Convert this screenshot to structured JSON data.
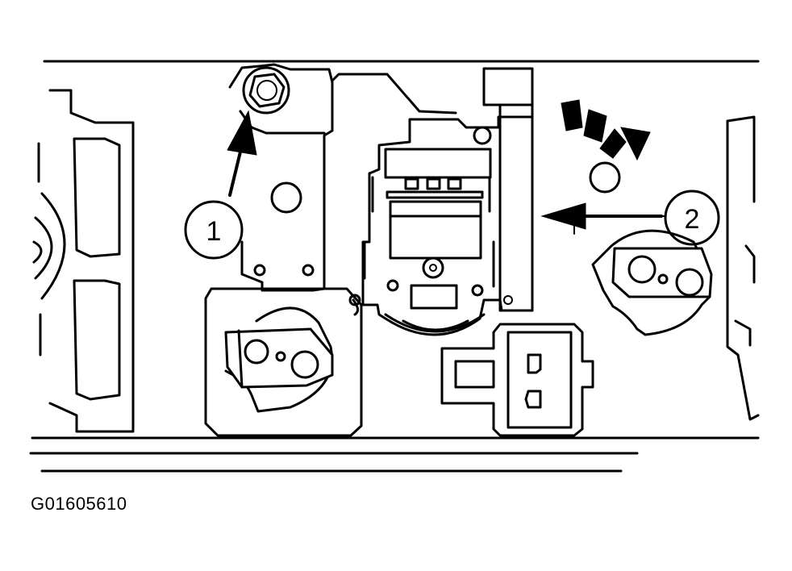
{
  "callouts": [
    {
      "id": "1",
      "label": "1"
    },
    {
      "id": "2",
      "label": "2"
    }
  ],
  "figure_id": "G01605610",
  "icons": [
    "bolt-icon",
    "arrow-icon",
    "rotation-arrow-icon"
  ],
  "colors": {
    "line": "#000000",
    "background": "#ffffff"
  }
}
